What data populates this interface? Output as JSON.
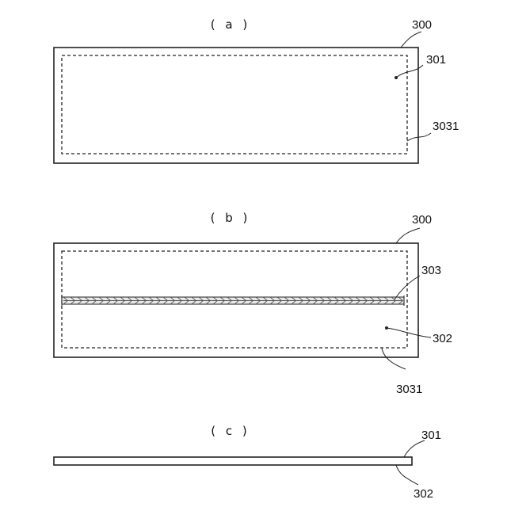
{
  "panels": {
    "a": {
      "caption": "( a )",
      "labels": {
        "outer": "300",
        "surface": "301",
        "inner": "3031"
      }
    },
    "b": {
      "caption": "( b )",
      "labels": {
        "outer": "300",
        "seam": "303",
        "surface": "302",
        "inner": "3031"
      }
    },
    "c": {
      "caption": "( c )",
      "labels": {
        "top": "301",
        "bottom": "302"
      }
    }
  }
}
